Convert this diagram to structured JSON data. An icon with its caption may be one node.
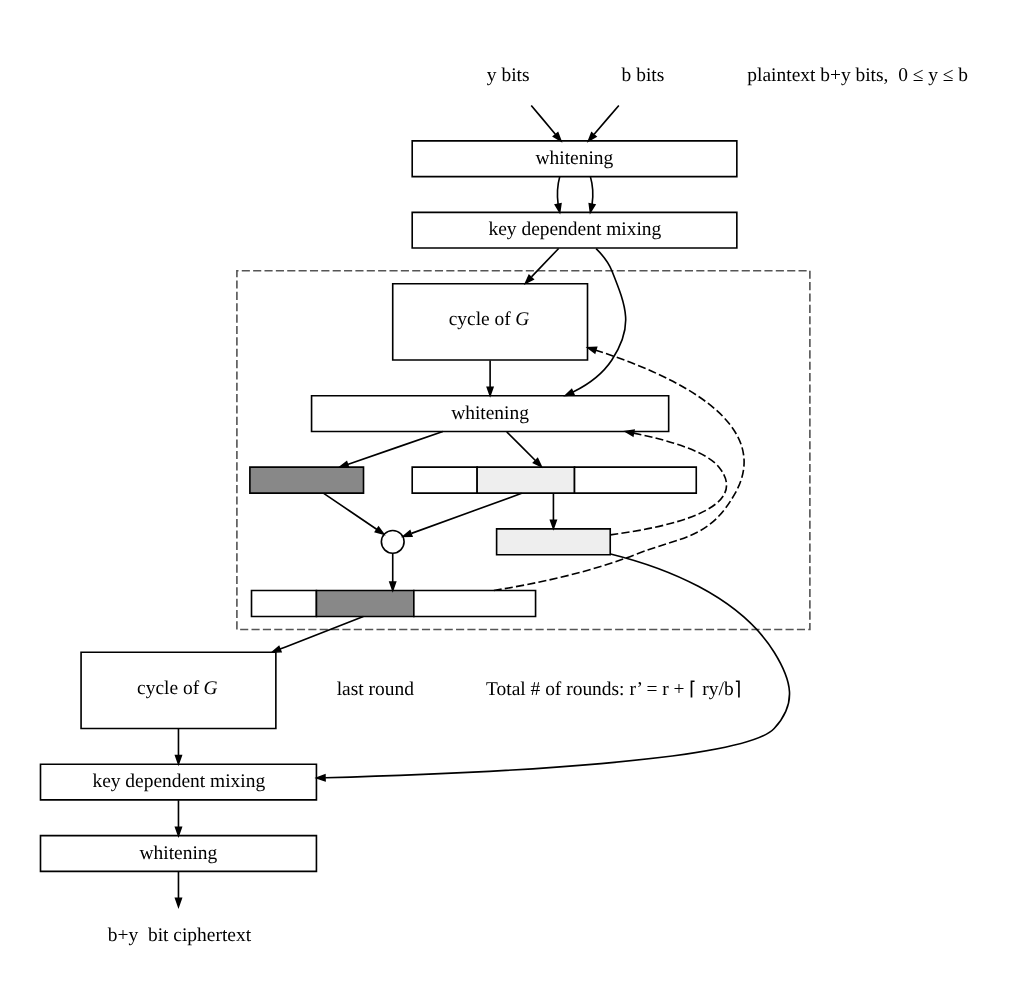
{
  "diagram": {
    "nodes": [
      {
        "text": [
          "b bits"
        ]
      },
      {
        "text": [
          "y bits"
        ]
      },
      {
        "text": [
          "whitening"
        ]
      },
      {
        "text": [
          "key dependent mixing"
        ]
      },
      {
        "text": [],
        "shape": "box"
      },
      {
        "text": [
          "cycle of *G*"
        ],
        "in": 4
      },
      {
        "text": [
          "whitening"
        ],
        "in": 4
      },
      {
        "text": [],
        "shape": "bar",
        "in": 4
      },
      {
        "text": [],
        "shape": "bar",
        "in": 4
      },
      {
        "text": [],
        "shape": "circle",
        "in": 4
      },
      {
        "text": [],
        "shape": "bar",
        "in": 4
      },
      {
        "text": [],
        "shape": "bar",
        "in": 4
      },
      {
        "text": [
          "cycle of *G*"
        ]
      },
      {
        "text": [
          "key dependent mixing"
        ]
      },
      {
        "text": [
          "whitening"
        ]
      },
      {
        "text": [
          "b+y  bit ciphertext"
        ]
      }
    ],
    "edges": [
      {
        "from": 0,
        "to": 2,
        "arrow": "to"
      },
      {
        "from": 1,
        "to": 2,
        "arrow": "to"
      },
      {
        "from": 2,
        "to": 3,
        "arrow": "to"
      },
      {
        "from": 2,
        "to": 3,
        "arrow": "to"
      },
      {
        "from": 3,
        "to": 5,
        "arrow": "to"
      },
      {
        "from": 3,
        "to": 6,
        "arrow": "to"
      },
      {
        "from": 5,
        "to": 6,
        "arrow": "to"
      },
      {
        "from": 6,
        "to": 7,
        "arrow": "to"
      },
      {
        "from": 6,
        "to": 8,
        "arrow": "to"
      },
      {
        "from": 7,
        "to": 9,
        "arrow": "to"
      },
      {
        "from": 8,
        "to": 9,
        "arrow": "to"
      },
      {
        "from": 9,
        "to": 10,
        "arrow": "to"
      },
      {
        "from": 7,
        "to": 11,
        "arrow": "to"
      },
      {
        "from": 10,
        "to": 5,
        "arrow": "to",
        "style": "dashed"
      },
      {
        "from": 11,
        "to": 6,
        "arrow": "to",
        "style": "dashed"
      },
      {
        "from": 10,
        "to": 12,
        "arrow": "to"
      },
      {
        "from": 11,
        "to": 13,
        "arrow": "to"
      },
      {
        "from": 12,
        "to": 13,
        "arrow": "to"
      },
      {
        "from": 13,
        "to": 14,
        "arrow": "to"
      },
      {
        "from": 14,
        "to": 15,
        "arrow": "to"
      }
    ],
    "labels": [
      "plaintext b+y bits,  0 ≤ y ≤ b",
      "last round",
      "Total # of rounds: r’ = r + ⌈ ry/b⌉"
    ]
  }
}
